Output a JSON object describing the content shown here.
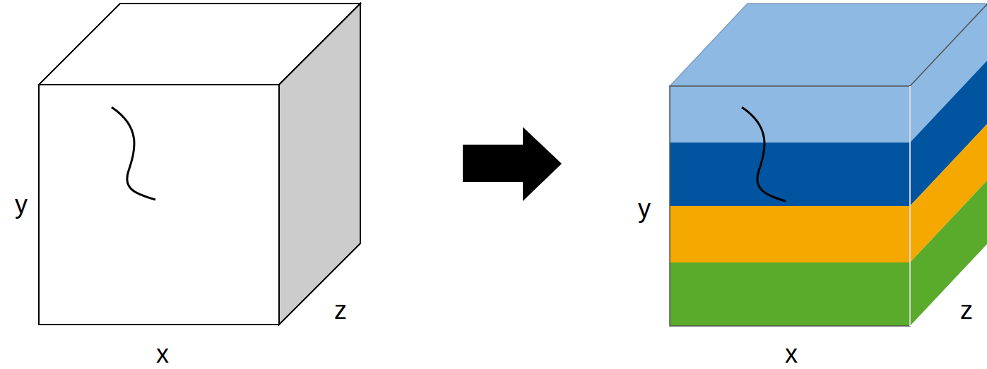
{
  "diagram": {
    "labels": [
      "y",
      "z",
      "x",
      "y",
      "z",
      "x"
    ]
  }
}
